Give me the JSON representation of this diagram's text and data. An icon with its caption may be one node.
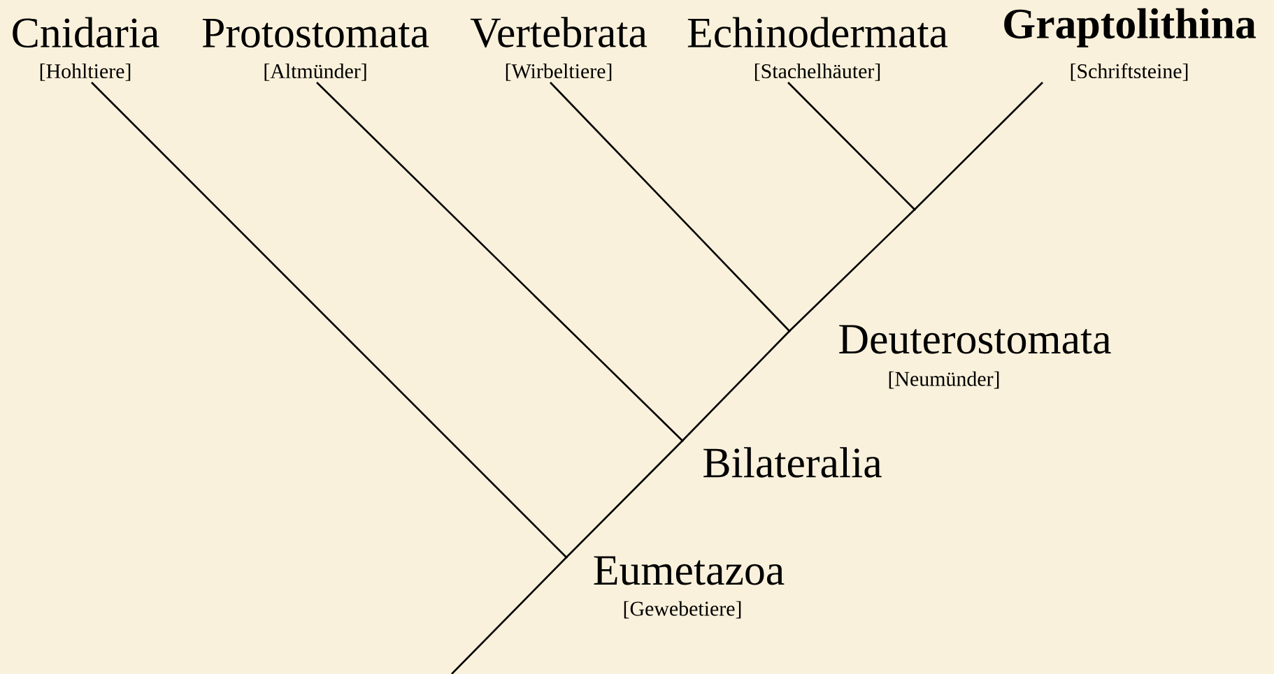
{
  "diagram": {
    "nodes": [
      {
        "text": [
          "Cnidaria",
          "[Hohltiere]"
        ]
      },
      {
        "text": [
          "Protostomata",
          "[Altmünder]"
        ]
      },
      {
        "text": [
          "Vertebrata",
          "[Wirbeltiere]"
        ]
      },
      {
        "text": [
          "Echinodermata",
          "[Stachelhäuter]"
        ]
      },
      {
        "text": [
          "**Graptolithina**",
          "[Schriftsteine]"
        ]
      },
      {
        "text": [],
        "shape": "point",
        "beside": [
          "Eumetazoa",
          "[Gewebetiere]"
        ]
      },
      {
        "text": [],
        "shape": "point",
        "beside": [
          "Bilateralia"
        ]
      },
      {
        "text": [],
        "shape": "point",
        "beside": [
          "Deuterostomata",
          "[Neumünder]"
        ]
      },
      {
        "text": [],
        "shape": "point"
      }
    ],
    "edges": [
      {
        "from": null,
        "to": 5,
        "arrow": "none"
      },
      {
        "from": 5,
        "to": 0,
        "arrow": "none"
      },
      {
        "from": 5,
        "to": 6,
        "arrow": "none"
      },
      {
        "from": 6,
        "to": 1,
        "arrow": "none"
      },
      {
        "from": 6,
        "to": 7,
        "arrow": "none"
      },
      {
        "from": 7,
        "to": 2,
        "arrow": "none"
      },
      {
        "from": 7,
        "to": 8,
        "arrow": "none"
      },
      {
        "from": 8,
        "to": 3,
        "arrow": "none"
      },
      {
        "from": 8,
        "to": 4,
        "arrow": "none"
      }
    ]
  }
}
